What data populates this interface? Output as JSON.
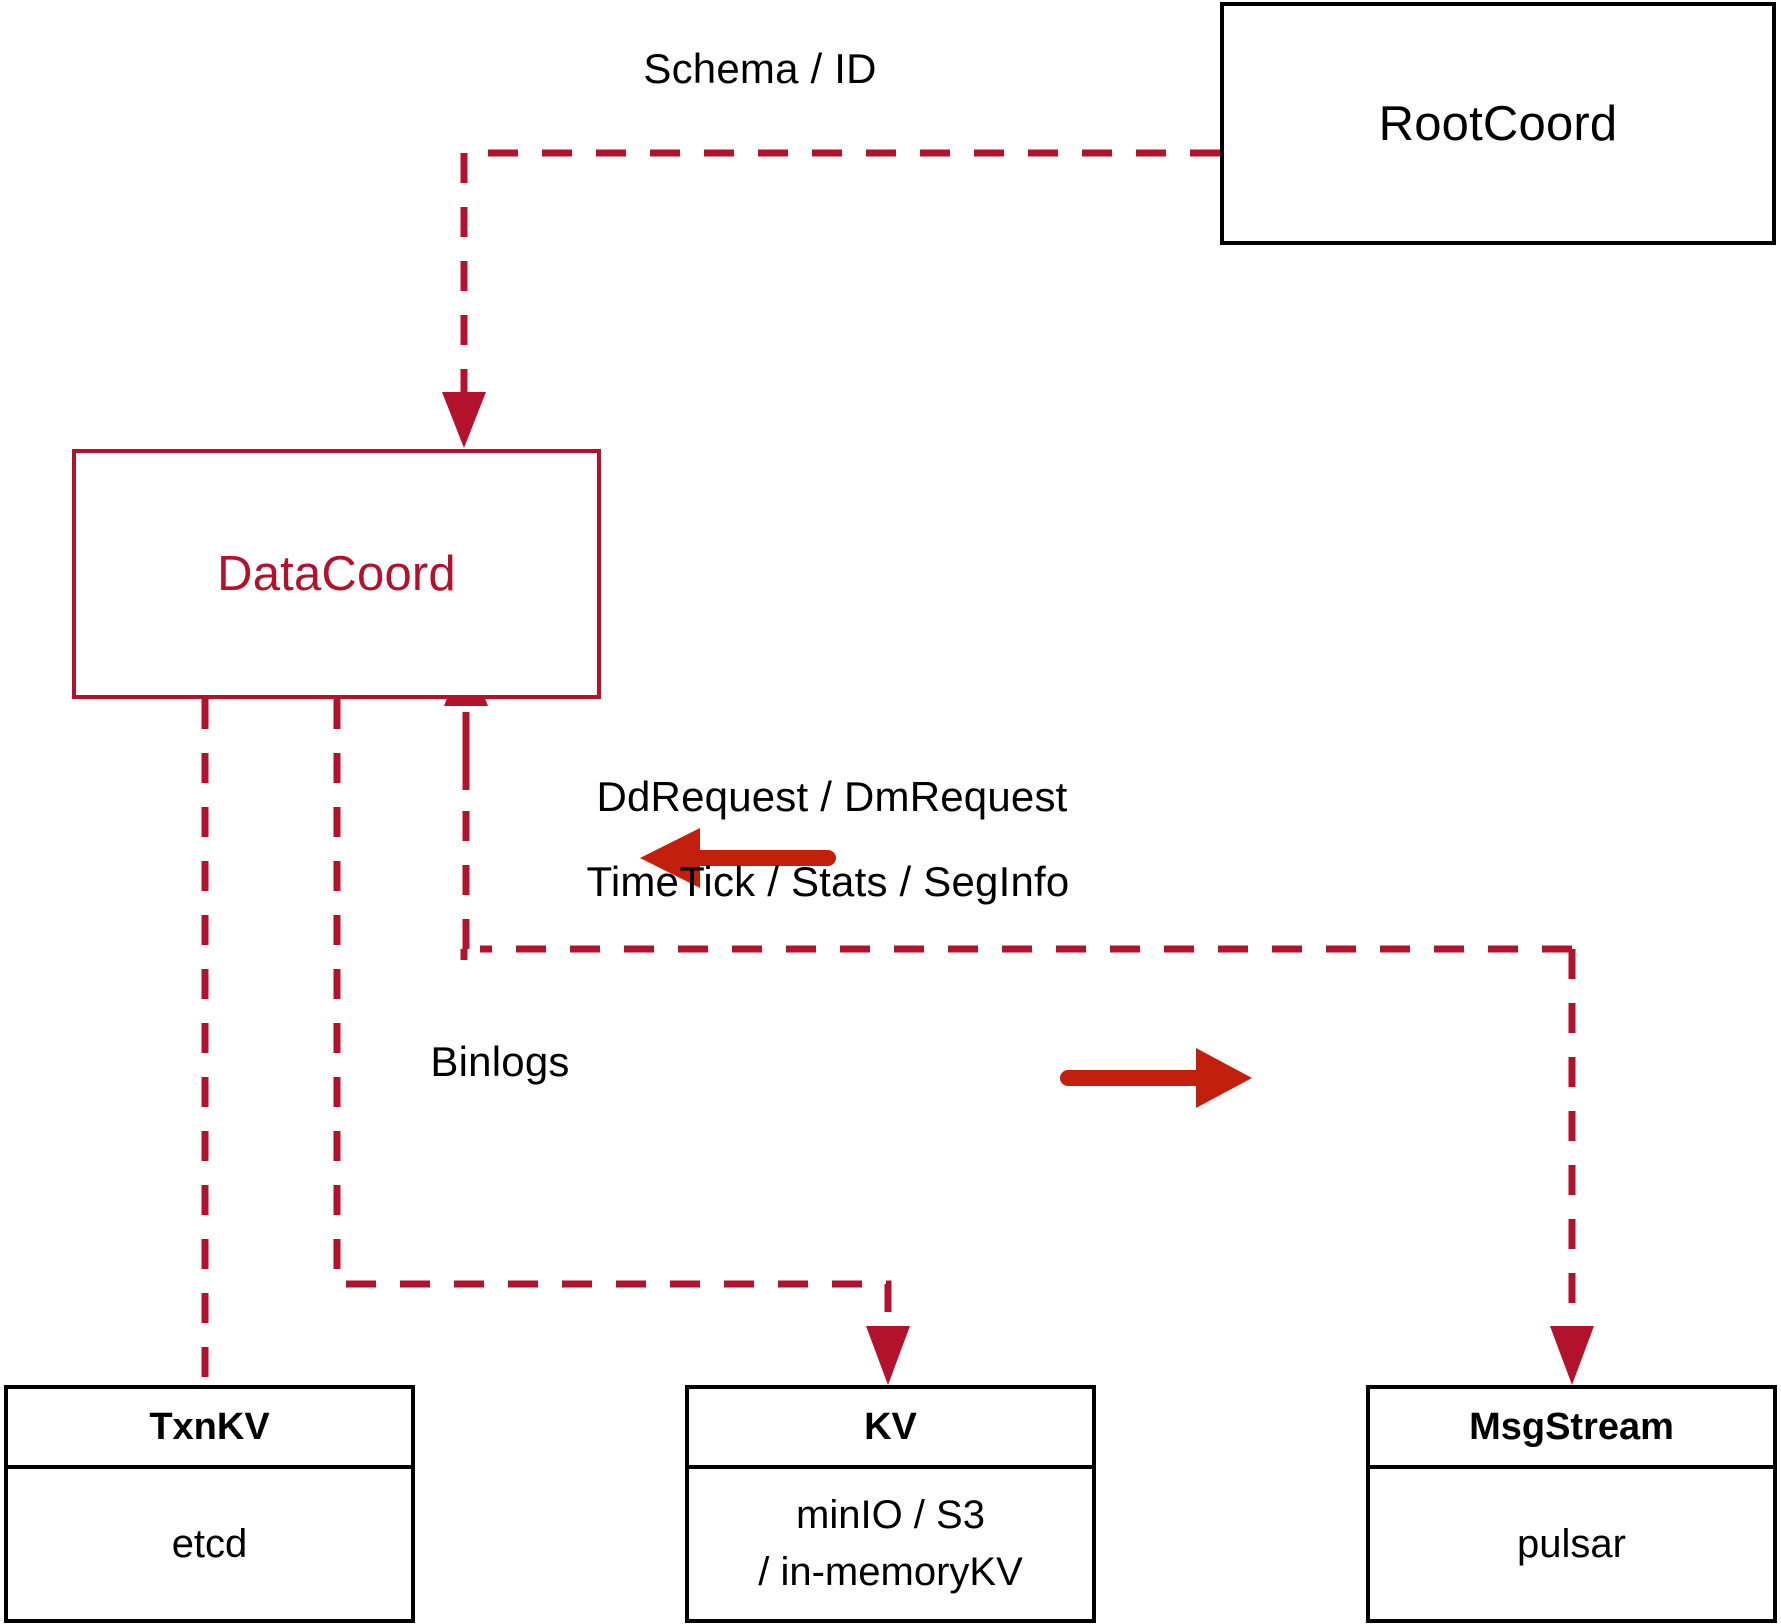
{
  "diagram": {
    "title": "DataCoord component interaction diagram",
    "colors": {
      "dash_red": "#b3122c",
      "arrow_red": "#c2200c",
      "node_black": "#000000",
      "background": "#ffffff"
    },
    "nodes": {
      "root_coord": {
        "label": "RootCoord",
        "style": "black-box"
      },
      "data_coord": {
        "label": "DataCoord",
        "style": "red-box"
      },
      "txn_kv": {
        "header": "TxnKV",
        "body": "etcd",
        "style": "black-box-2row"
      },
      "kv": {
        "header": "KV",
        "body_line1": "minIO / S3",
        "body_line2": "/ in-memoryKV",
        "style": "black-box-2row"
      },
      "msg_stream": {
        "header": "MsgStream",
        "body": "pulsar",
        "style": "black-box-2row"
      }
    },
    "edge_labels": {
      "schema_id": "Schema / ID",
      "dd_dm_request": "DdRequest / DmRequest",
      "timetick_stats_seginfo": "TimeTick / Stats / SegInfo",
      "binlogs": "Binlogs"
    },
    "arrow_directions": {
      "dd_dm_request": "left",
      "timetick_stats_seginfo": "right"
    }
  }
}
